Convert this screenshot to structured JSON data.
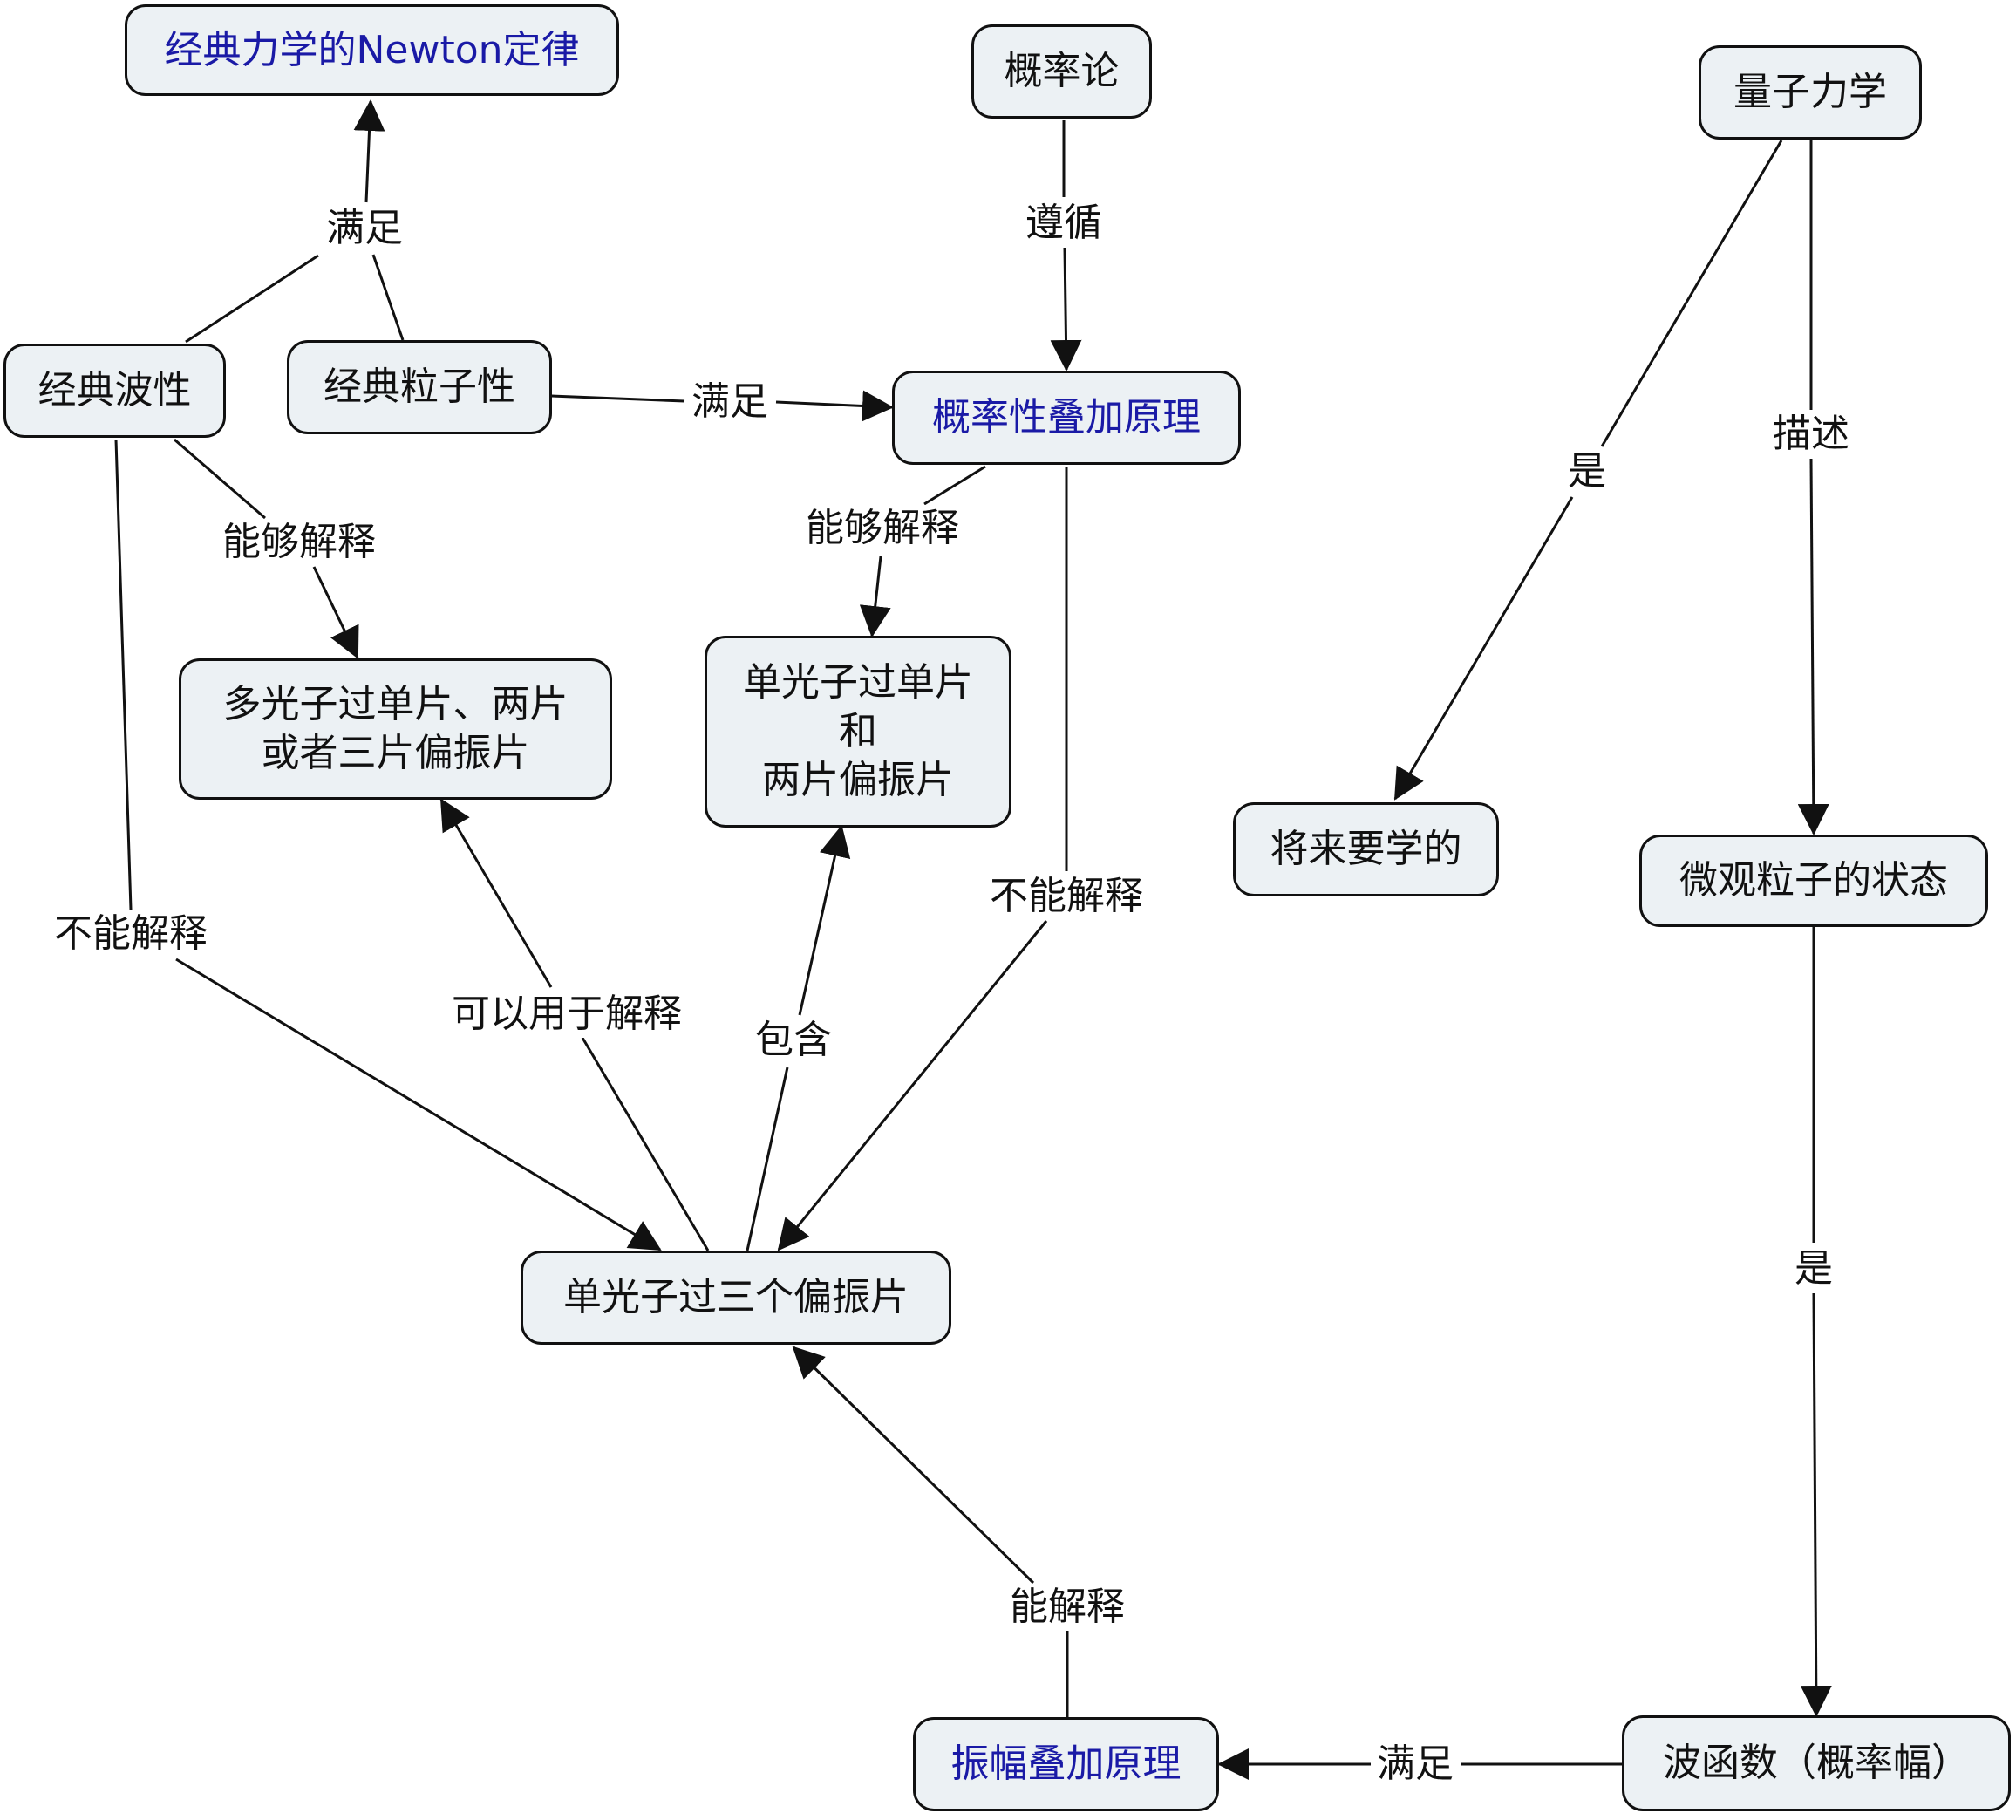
{
  "nodes": {
    "newton": "经典力学的Newton定律",
    "prob_theory": "概率论",
    "quantum": "量子力学",
    "classic_wave": "经典波性",
    "classic_particle": "经典粒子性",
    "prob_superposition": "概率性叠加原理",
    "multi_photon": "多光子过单片、两片\n或者三片偏振片",
    "single_photon_two": "单光子过单片\n和\n两片偏振片",
    "future": "将来要学的",
    "micro_state": "微观粒子的状态",
    "single_photon_three": "单光子过三个偏振片",
    "amplitude_superposition": "振幅叠加原理",
    "wavefunction": "波函数（概率幅）"
  },
  "links": {
    "satisfy_newton": "满足",
    "follow": "遵循",
    "satisfy_prob": "满足",
    "is_future": "是",
    "describe": "描述",
    "explain_wave": "能够解释",
    "explain_prob": "能够解释",
    "cannot_wave": "不能解释",
    "cannot_prob": "不能解释",
    "usable": "可以用于解释",
    "contain": "包含",
    "is_wavefunction": "是",
    "can_explain": "能解释",
    "satisfy_amp": "满足"
  },
  "colors": {
    "node_fill": "#ecf1f4",
    "highlight_text": "#1a1aa6",
    "line": "#111111"
  }
}
